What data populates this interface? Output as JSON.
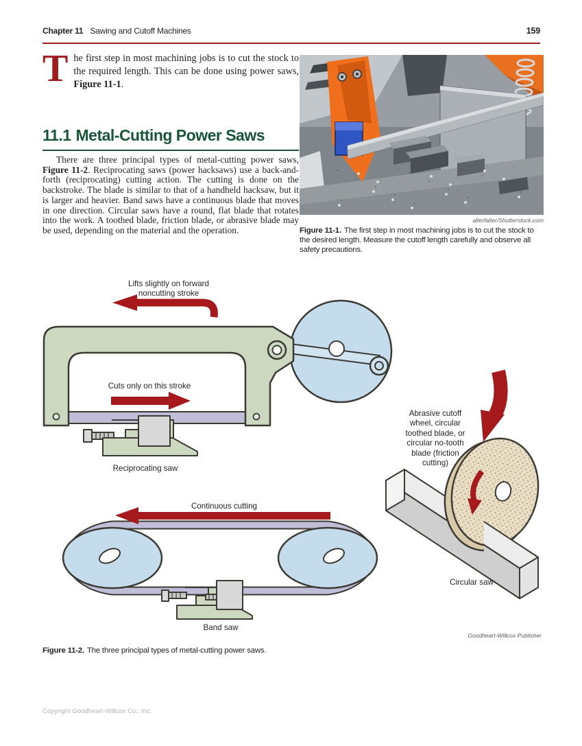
{
  "header": {
    "chapter_label": "Chapter 11",
    "chapter_title": "Sawing and Cutoff Machines",
    "page_number": "159"
  },
  "intro": {
    "dropcap": "T",
    "t1": "he first step in most machining jobs is to cut the stock to the required length. This can be done using power saws, ",
    "ref": "Figure 11-1",
    "t2": "."
  },
  "section": {
    "number": "11.1",
    "title": "Metal-Cutting Power Saws"
  },
  "body": {
    "t1": "There are three principal types of metal-cutting power saws, ",
    "ref": "Figure 11-2",
    "t2": ". Reciprocating saws (power hacksaws) use a back-and-forth (reciprocating) cutting action. The cutting is done on the backstroke. The blade is similar to that of a handheld hacksaw, but it is larger and heavier. Band saws have a continuous blade that moves in one direction. Circular saws have a round, flat blade that rotates into the work. A toothed blade, friction blade, or abrasive blade may be used, depending on the material and the operation."
  },
  "figure_11_1": {
    "credit": "alterfalter/Shutterstock.com",
    "label": "Figure 11-1.",
    "caption": "The first step in most machining jobs is to cut the stock to the desired length. Measure the cutoff length carefully and observe all safety precautions."
  },
  "figure_11_2": {
    "labels": {
      "lift_line1": "Lifts slightly on forward",
      "lift_line2": "noncutting stroke",
      "cuts_stroke": "Cuts only on this stroke",
      "reciprocating": "Reciprocating saw",
      "continuous": "Continuous cutting",
      "band": "Band saw",
      "abrasive_lines": [
        "Abrasive cutoff",
        "wheel, circular",
        "toothed blade, or",
        "circular no-tooth",
        "blade (friction",
        "cutting)"
      ],
      "circular": "Circular saw"
    },
    "credit": "Goodheart-Willcox Publisher",
    "label": "Figure 11-2.",
    "caption": "The three principal types of metal-cutting power saws."
  },
  "footer": {
    "copyright": "Copyright Goodheart-Willcox Co., Inc."
  },
  "colors": {
    "accent_red": "#9e1b1e",
    "arrow_red": "#a6191c",
    "heading_green": "#175738",
    "frame_sage": "#ccd9c0",
    "wheel_blue": "#c4dcec",
    "blade_lavender": "#bfbdd8",
    "disc_tan": "#e9ddc4",
    "machine_orange": "#ef6f1d"
  }
}
